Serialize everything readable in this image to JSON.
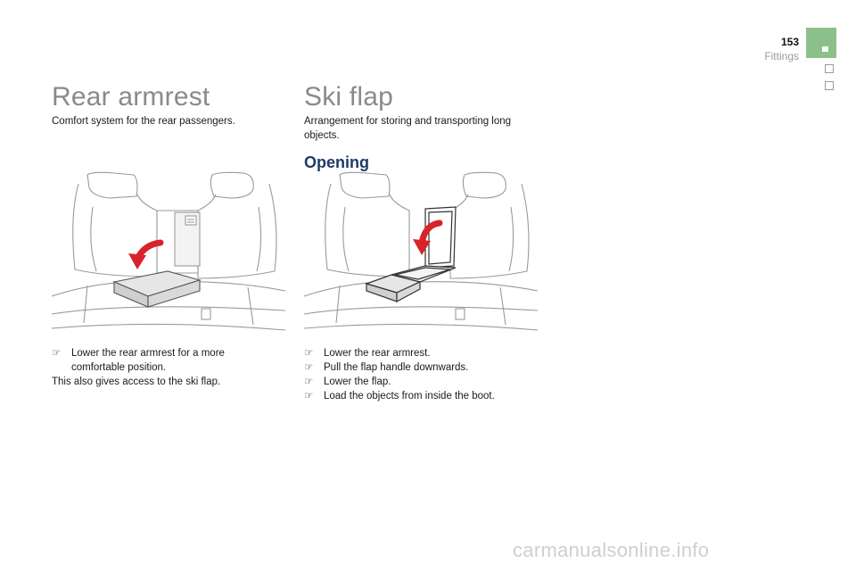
{
  "header": {
    "page_number": "153",
    "section": "Fittings"
  },
  "rear_armrest": {
    "title": "Rear armrest",
    "intro": "Comfort system for the rear passengers.",
    "steps": [
      "Lower the rear armrest for a more comfortable position."
    ],
    "note": "This also gives access to the ski flap."
  },
  "ski_flap": {
    "title": "Ski flap",
    "intro": "Arrangement for storing and transporting long objects.",
    "subtitle": "Opening",
    "steps": [
      "Lower the rear armrest.",
      "Pull the flap handle downwards.",
      "Lower the flap.",
      "Load the objects from inside the boot."
    ]
  },
  "bullet_icon": "pointing-hand-icon",
  "colors": {
    "tab_active": "#8cc08a",
    "title_grey": "#8a8a8a",
    "subtitle_blue": "#1f3b66",
    "arrow_red": "#d8232a"
  },
  "watermark": "carmanualsonline.info"
}
